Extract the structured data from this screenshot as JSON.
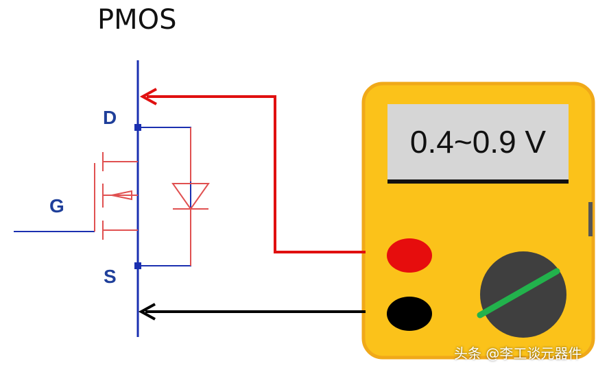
{
  "title": "PMOS",
  "pins": {
    "drain": "D",
    "gate": "G",
    "source": "S"
  },
  "multimeter": {
    "reading": "0.4~0.9 V"
  },
  "watermark": "头条 @李工谈元器件",
  "colors": {
    "wire_blue": "#1a2fb0",
    "mosfet_red": "#e05050",
    "probe_red": "#e01010",
    "probe_black": "#000000",
    "meter_body": "#fbc21a",
    "meter_border": "#f2a81a",
    "dial": "#3e3e3e",
    "dial_pointer": "#1fb84a"
  }
}
